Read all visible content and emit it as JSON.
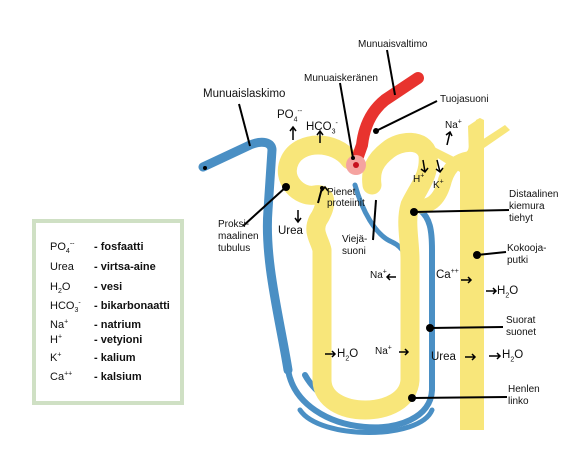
{
  "colors": {
    "tubule": "#f8e67a",
    "vessel": "#4a8fc4",
    "artery": "#e8332e",
    "glomerulus": "#f5a3a0",
    "legend_border": "#cfe0c4"
  },
  "labels": {
    "munuaisvaltimo": "Munuaisvaltimo",
    "munuaiskeranen": "Munuaiskeränen",
    "tuojasuoni": "Tuojasuoni",
    "munuaislaskimo": "Munuaislaskimo",
    "pienet_proteiinit": [
      "Pienet",
      "proteiinit"
    ],
    "proksimaalinen": [
      "Proksi-",
      "maalinen",
      "tubulus"
    ],
    "viejasuoni": [
      "Viejä-",
      "suoni"
    ],
    "distaalinen": [
      "Distaalinen",
      "kiemura",
      "tiehyt"
    ],
    "kokoojaputki": [
      "Kokooja-",
      "putki"
    ],
    "suorat_suonet": [
      "Suorat",
      "suonet"
    ],
    "henlen_linko": [
      "Henlen",
      "linko"
    ]
  },
  "chemicals": {
    "po4": {
      "base": "PO",
      "sub": "4",
      "sup": "--"
    },
    "hco3": {
      "base": "HCO",
      "sub": "3",
      "sup": "-"
    },
    "urea": "Urea",
    "na": {
      "base": "Na",
      "sup": "+"
    },
    "h": {
      "base": "H",
      "sup": "+"
    },
    "k": {
      "base": "K",
      "sup": "+"
    },
    "ca": {
      "base": "Ca",
      "sup": "++"
    },
    "h2o": {
      "base": "H",
      "sub": "2",
      "tail": "O"
    }
  },
  "legend": {
    "items": [
      {
        "symbol": "PO4--",
        "name": "- fosfaatti"
      },
      {
        "symbol": "Urea",
        "name": "- virtsa-aine"
      },
      {
        "symbol": "H2O",
        "name": "- vesi"
      },
      {
        "symbol": "HCO3-",
        "name": "- bikarbonaatti"
      },
      {
        "symbol": "Na+",
        "name": "- natrium"
      },
      {
        "symbol": "H+",
        "name": "- vetyioni"
      },
      {
        "symbol": "K+",
        "name": "- kalium"
      },
      {
        "symbol": "Ca++",
        "name": "- kalsium"
      }
    ]
  }
}
